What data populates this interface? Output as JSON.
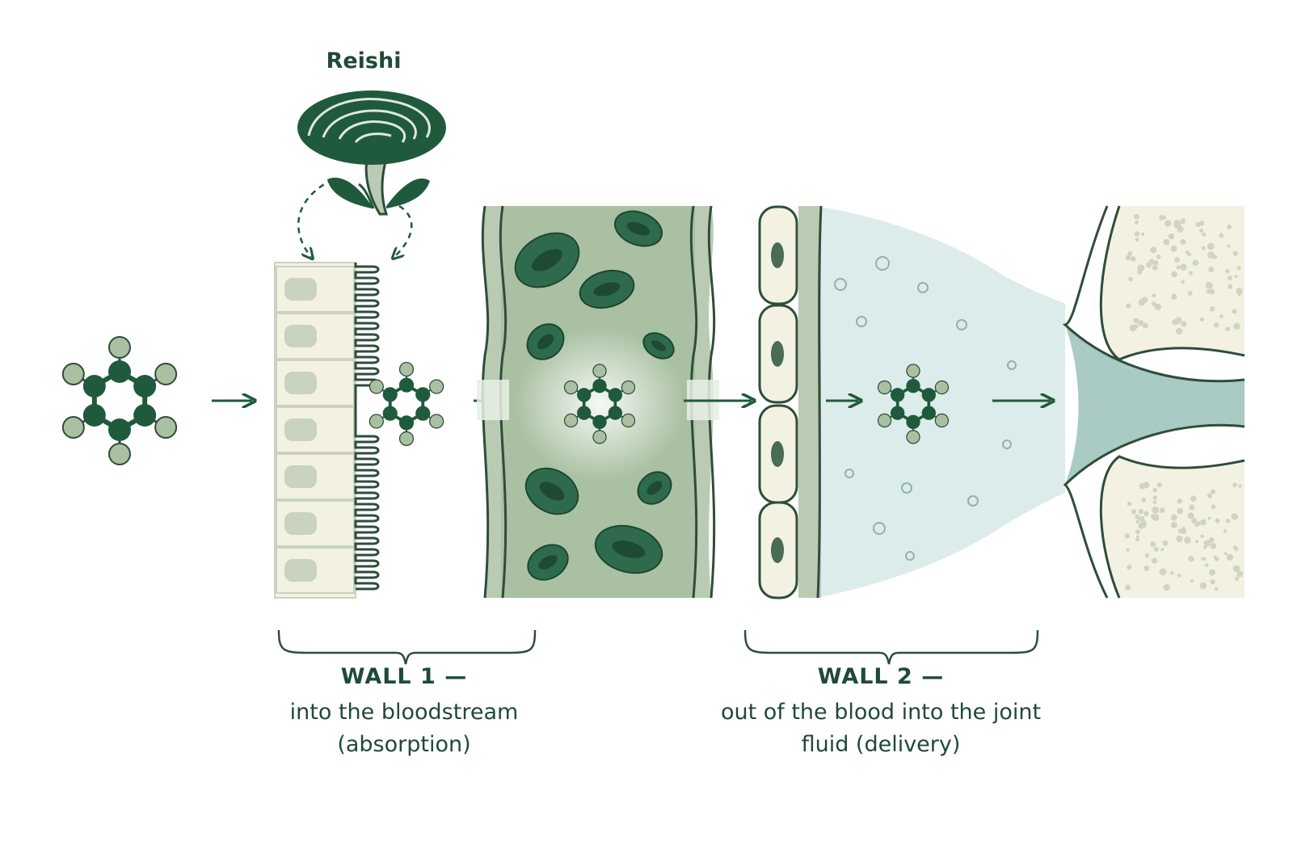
{
  "diagram": {
    "source_label": "Reishi",
    "wall1": {
      "title": "WALL 1 —",
      "description": "into the bloodstream (absorption)"
    },
    "wall2": {
      "title": "WALL 2 —",
      "description": "out of the blood into the joint fluid (delivery)"
    },
    "icons": [
      "reishi-mushroom-icon",
      "molecule-icon",
      "arrow-right-icon"
    ],
    "colors": {
      "dark_green": "#1f5a3c",
      "mid_green": "#2e6b4c",
      "sage": "#b9ccb3",
      "light_sage": "#dfe8da",
      "cream": "#f3f1e2",
      "fluid_blue": "#dcecea",
      "cartilage_teal": "#a9cbc4",
      "outline": "#2e4d3a"
    }
  }
}
